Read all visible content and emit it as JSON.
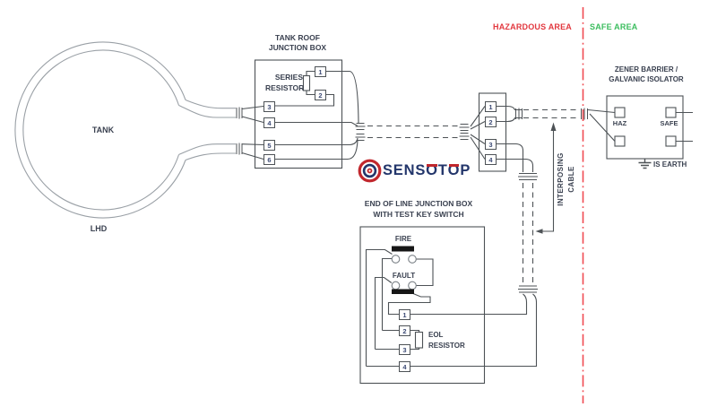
{
  "areas": {
    "hazardous": "HAZARDOUS AREA",
    "safe": "SAFE AREA"
  },
  "tank": {
    "label": "TANK",
    "cable": "LHD"
  },
  "roof_jb": {
    "title1": "TANK ROOF",
    "title2": "JUNCTION BOX",
    "res1": "SERIES",
    "res2": "RESISTOR",
    "terminals": [
      "1",
      "2",
      "3",
      "4",
      "5",
      "6"
    ]
  },
  "field_jb": {
    "terminals": [
      "1",
      "2",
      "3",
      "4"
    ]
  },
  "interposing": {
    "line1": "INTERPOSING",
    "line2": "CABLE"
  },
  "zener": {
    "title1": "ZENER BARRIER /",
    "title2": "GALVANIC ISOLATOR",
    "haz": "HAZ",
    "safe": "SAFE",
    "earth": "IS EARTH"
  },
  "eol_jb": {
    "title1": "END OF LINE JUNCTION BOX",
    "title2": "WITH TEST KEY SWITCH",
    "fire": "FIRE",
    "fault": "FAULT",
    "eol1": "EOL",
    "eol2": "RESISTOR",
    "terminals": [
      "1",
      "2",
      "3",
      "4"
    ]
  },
  "logo": {
    "p1": "SENS",
    "o1": "O",
    "p2": "T",
    "o2": "O",
    "p3": "P"
  },
  "colors": {
    "hazardous_red": "#e2383f",
    "safe_green": "#3bbd5e",
    "wire_gray": "#4d5256",
    "tank_gray": "#9aa0a6",
    "label_dark": "#3a4150",
    "terminal_navy": "#3c4a75",
    "logo_navy": "#23366b",
    "logo_red": "#c1272d"
  }
}
